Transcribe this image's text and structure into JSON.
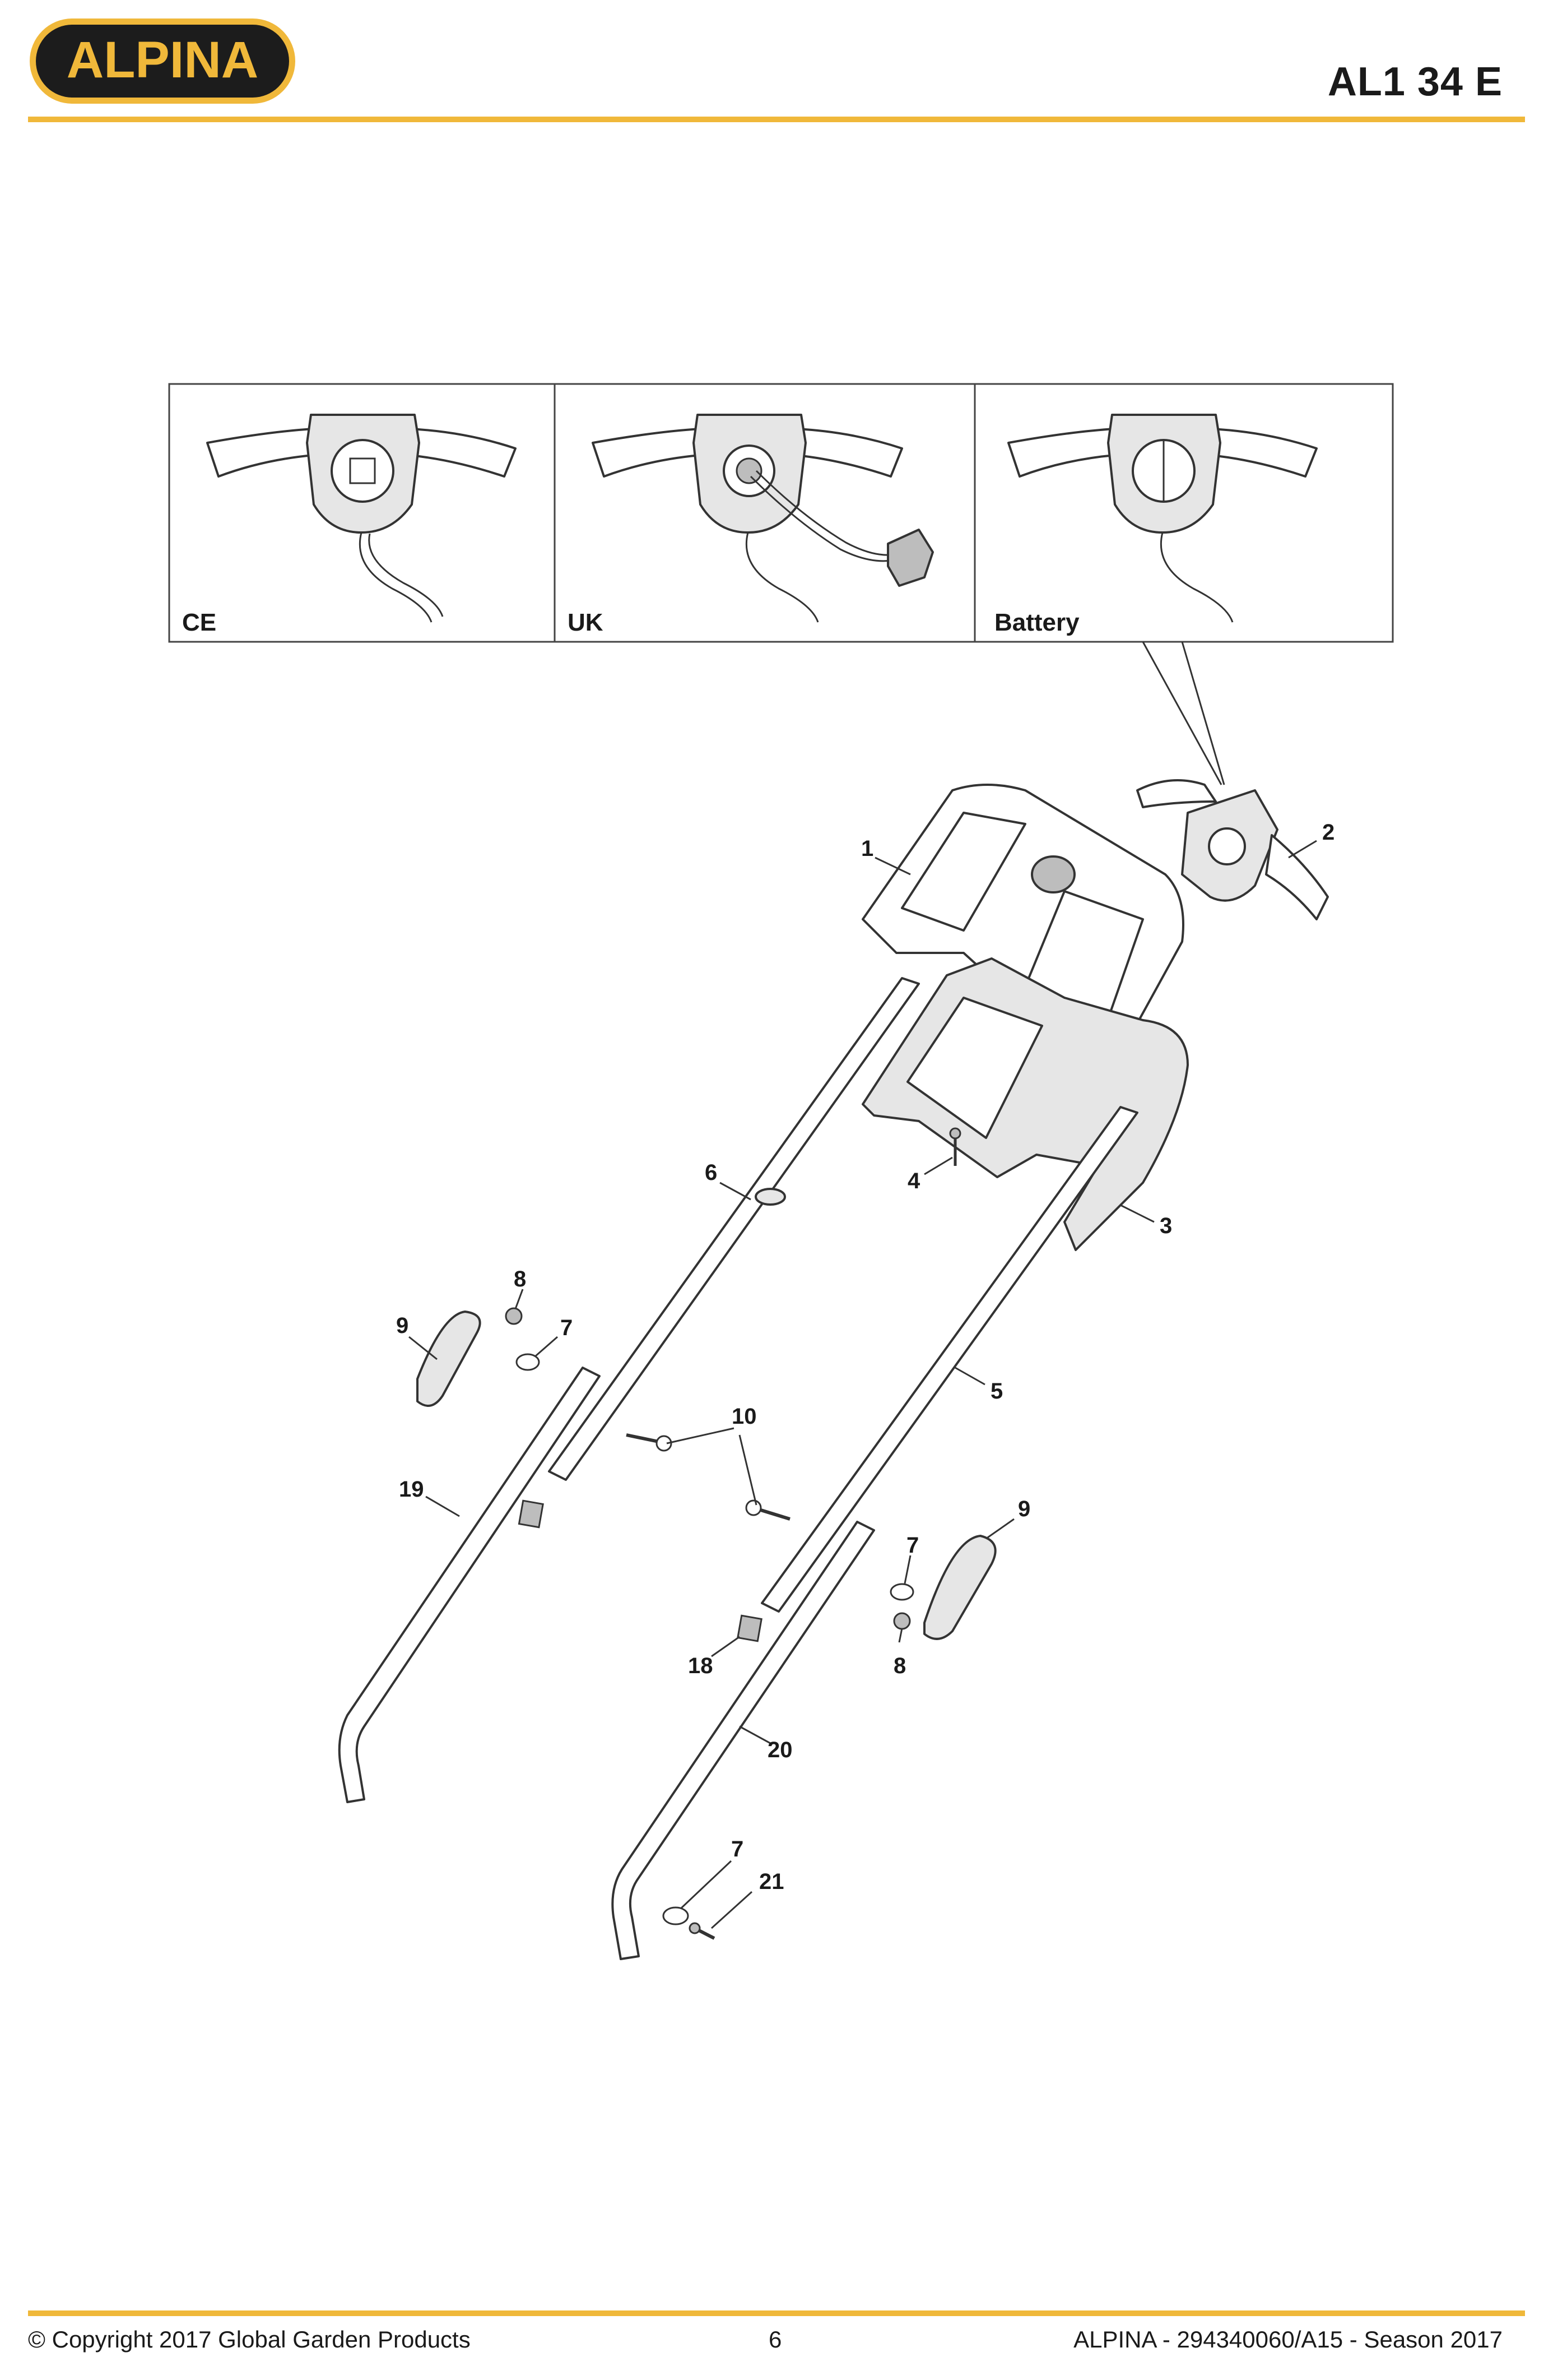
{
  "header": {
    "brand": "ALPINA",
    "model": "AL1 34 E"
  },
  "colors": {
    "accent": "#f0b83a",
    "logo_bg": "#1c1c1c"
  },
  "variants": [
    {
      "label": "CE"
    },
    {
      "label": "UK"
    },
    {
      "label": "Battery"
    }
  ],
  "parts": [
    "1",
    "2",
    "3",
    "4",
    "5",
    "6",
    "7",
    "8",
    "9",
    "10",
    "18",
    "19",
    "20",
    "21"
  ],
  "footer": {
    "copyright": "© Copyright 2017 Global Garden Products",
    "page": "6",
    "doc": "ALPINA - 294340060/A15 - Season 2017"
  }
}
